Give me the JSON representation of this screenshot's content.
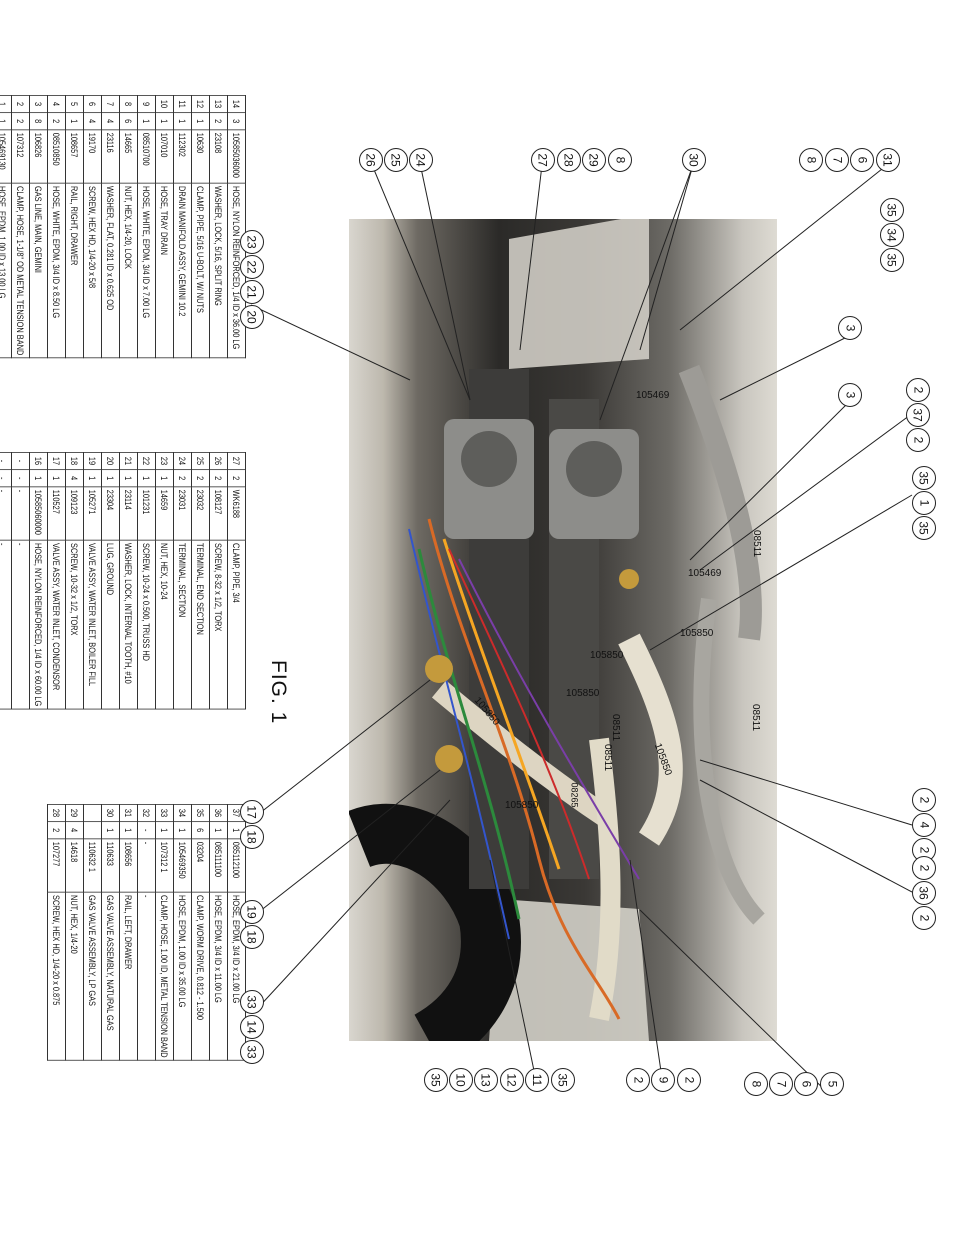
{
  "figure_label": "FIG. 1",
  "photo_labels": [
    "105469",
    "105469",
    "08511",
    "08511",
    "08511",
    "08511",
    "105850",
    "105850",
    "105850",
    "105850",
    "105850",
    "105850",
    "08265"
  ],
  "tables": {
    "a": [
      {
        "item": "14",
        "qty": "3",
        "part": "10585036000",
        "desc": "HOSE, NYLON REINFORCED, 1/4 ID x 36.00 LG"
      },
      {
        "item": "13",
        "qty": "2",
        "part": "23108",
        "desc": "WASHER, LOCK, 5/16, SPLIT RING"
      },
      {
        "item": "12",
        "qty": "1",
        "part": "10630",
        "desc": "CLAMP, PIPE, 5/16 U-BOLT, W/ NUTS"
      },
      {
        "item": "11",
        "qty": "1",
        "part": "112302",
        "desc": "DRAIN MANIFOLD ASSY, GEMINI 10.2"
      },
      {
        "item": "10",
        "qty": "1",
        "part": "107010",
        "desc": "HOSE, TRAY DRAIN"
      },
      {
        "item": "9",
        "qty": "1",
        "part": "08510700",
        "desc": "HOSE, WHITE, EPDM, 3/4 ID x 7.00 LG"
      },
      {
        "item": "8",
        "qty": "6",
        "part": "14665",
        "desc": "NUT, HEX, 1/4-20, LOCK"
      },
      {
        "item": "7",
        "qty": "4",
        "part": "23116",
        "desc": "WASHER, FLAT, 0.281 ID x 0.625 OD"
      },
      {
        "item": "6",
        "qty": "4",
        "part": "19170",
        "desc": "SCREW, HEX HD, 1/4-20 x 5/8"
      },
      {
        "item": "5",
        "qty": "1",
        "part": "108657",
        "desc": "RAIL, RIGHT, DRAWER"
      },
      {
        "item": "4",
        "qty": "2",
        "part": "08510850",
        "desc": "HOSE, WHITE, EPDM, 3/4 ID x 8.50 LG"
      },
      {
        "item": "3",
        "qty": "8",
        "part": "106826",
        "desc": "GAS LINE, MAIN, GEMINI"
      },
      {
        "item": "2",
        "qty": "2",
        "part": "107312",
        "desc": "CLAMP, HOSE, 1-1/8\" OD METAL TENSION BAND"
      },
      {
        "item": "1",
        "qty": "1",
        "part": "105469130",
        "desc": "HOSE, EPDM, 1.00 ID x 13.00 LG"
      }
    ],
    "b": [
      {
        "item": "27",
        "qty": "2",
        "part": "WK6188",
        "desc": "CLAMP, PIPE, 3/4"
      },
      {
        "item": "26",
        "qty": "2",
        "part": "108127",
        "desc": "SCREW, 8-32 x 1/2, TORX"
      },
      {
        "item": "25",
        "qty": "2",
        "part": "23032",
        "desc": "TERMINAL, END SECTION"
      },
      {
        "item": "24",
        "qty": "2",
        "part": "23031",
        "desc": "TERMINAL, SECTION"
      },
      {
        "item": "23",
        "qty": "1",
        "part": "14659",
        "desc": "NUT, HEX, 10-24"
      },
      {
        "item": "22",
        "qty": "1",
        "part": "101231",
        "desc": "SCREW, 10-24 x 0.500, TRUSS HD"
      },
      {
        "item": "21",
        "qty": "1",
        "part": "23114",
        "desc": "WASHER, LOCK, INTERNAL TOOTH, #10"
      },
      {
        "item": "20",
        "qty": "1",
        "part": "23304",
        "desc": "LUG, GROUND"
      },
      {
        "item": "19",
        "qty": "1",
        "part": "105271",
        "desc": "VALVE ASSY, WATER INLET, BOILER FILL"
      },
      {
        "item": "18",
        "qty": "4",
        "part": "109123",
        "desc": "SCREW, 10-32 x 1/2, TORX"
      },
      {
        "item": "17",
        "qty": "1",
        "part": "110527",
        "desc": "VALVE ASSY, WATER INLET, CONDENSOR"
      },
      {
        "item": "16",
        "qty": "1",
        "part": "10585060000",
        "desc": "HOSE, NYLON REINFORCED, 1/4 ID x 60.00 LG"
      },
      {
        "item": "-",
        "qty": "-",
        "part": "-",
        "desc": "-"
      },
      {
        "item": "-",
        "qty": "-",
        "part": "-",
        "desc": "-"
      }
    ],
    "c": [
      {
        "item": "37",
        "qty": "1",
        "part": "085112100",
        "desc": "HOSE, EPDM, 3/4 ID x 21.00 LG"
      },
      {
        "item": "36",
        "qty": "1",
        "part": "085111100",
        "desc": "HOSE, EPDM, 3/4 ID x 11.00 LG"
      },
      {
        "item": "35",
        "qty": "6",
        "part": "03204",
        "desc": "CLAMP, WORM DRIVE, 0.812 - 1.500"
      },
      {
        "item": "34",
        "qty": "1",
        "part": "105469350",
        "desc": "HOSE, EPDM, 1.00 ID x 35.00 LG"
      },
      {
        "item": "33",
        "qty": "1",
        "part": "107312 1",
        "desc": "CLAMP, HOSE, 1.00 ID, METAL TENSION BAND"
      },
      {
        "item": "32",
        "qty": "-",
        "part": "-",
        "desc": "-"
      },
      {
        "item": "31",
        "qty": "1",
        "part": "108656",
        "desc": "RAIL, LEFT, DRAWER"
      },
      {
        "item": "30",
        "qty": "1",
        "part": "110633",
        "desc": "GAS VALVE ASSEMBLY, NATURAL GAS"
      },
      {
        "item": "",
        "qty": "",
        "part": "110632 1",
        "desc": "GAS VALVE ASSEMBLY, LP GAS"
      },
      {
        "item": "29",
        "qty": "4",
        "part": "14618",
        "desc": "NUT, HEX, 1/4-20"
      },
      {
        "item": "28",
        "qty": "2",
        "part": "107277",
        "desc": "SCREW, HEX HD, 1/4-20 x 0.875"
      }
    ]
  },
  "callouts": {
    "top": [
      "26",
      "25",
      "24",
      "27",
      "28",
      "29",
      "8",
      "30",
      "8",
      "7",
      "6",
      "31"
    ],
    "right": [
      "35",
      "34",
      "35",
      "3",
      "3",
      "2",
      "37",
      "2",
      "35",
      "1",
      "35",
      "2",
      "4",
      "2",
      "2",
      "36",
      "2"
    ],
    "bottom": [
      "23",
      "22",
      "21",
      "20",
      "17",
      "18",
      "19",
      "18",
      "33",
      "14",
      "33",
      "35",
      "10",
      "13",
      "12",
      "11",
      "35",
      "2",
      "9",
      "2",
      "8",
      "7",
      "6",
      "5"
    ]
  }
}
